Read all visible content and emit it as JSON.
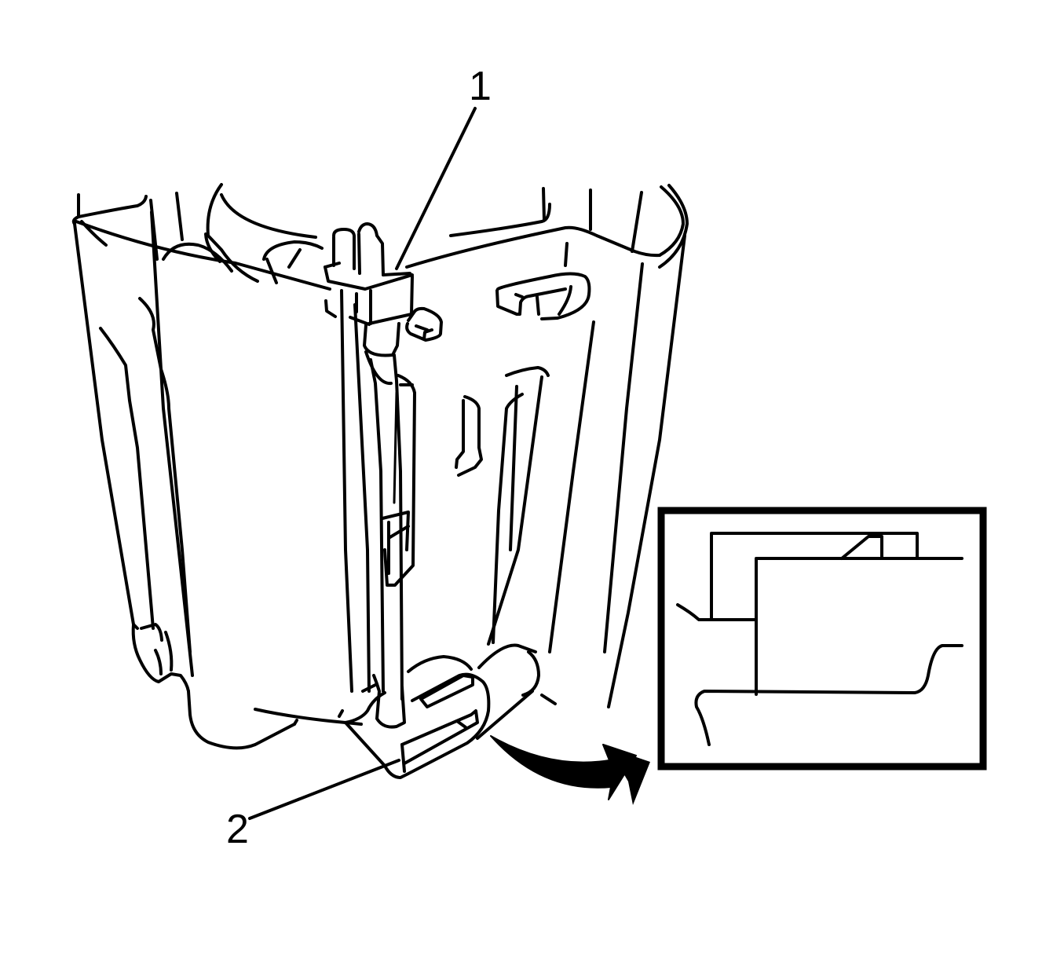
{
  "figure": {
    "type": "technical-service-illustration",
    "style": "black line art on white",
    "background_color": "#ffffff",
    "line_color": "#000000"
  },
  "callouts": [
    {
      "id": "1",
      "label": "1",
      "target": "connector block at top of tube"
    },
    {
      "id": "2",
      "label": "2",
      "target": "lower clip / retainer at tube base"
    }
  ],
  "inset": {
    "visible": true,
    "shows": "detail view of lower retainer engagement",
    "arrow": "curved arrow from lower retainer to inset"
  }
}
